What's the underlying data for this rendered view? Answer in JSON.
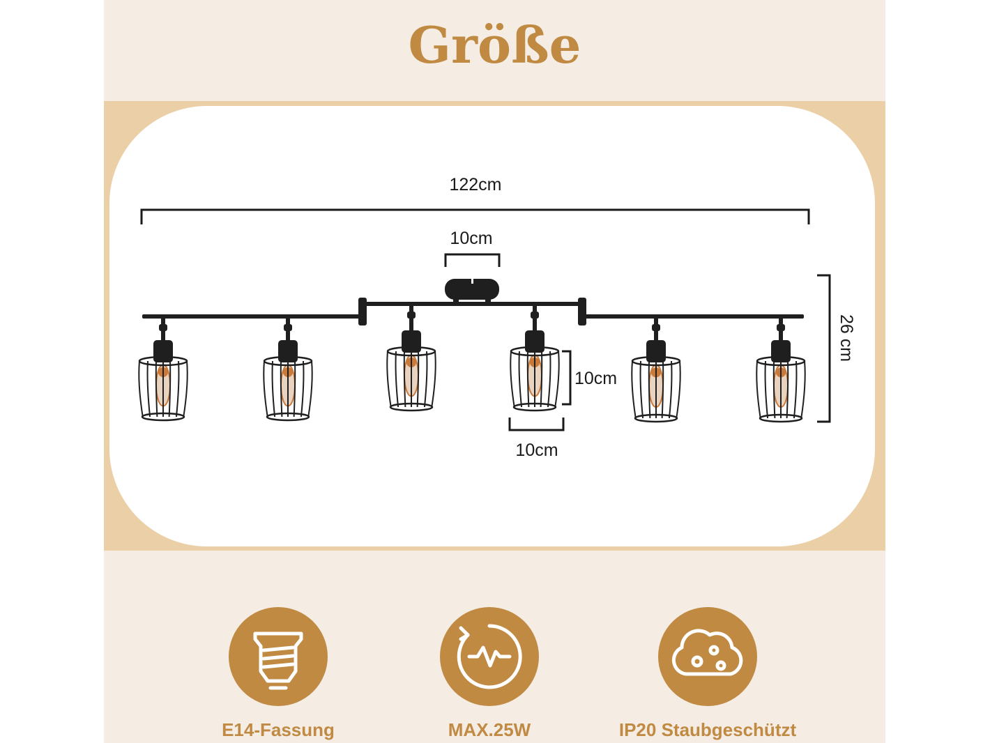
{
  "title": "Größe",
  "dimensions": {
    "total_width": "122cm",
    "base_width": "10cm",
    "height": "26 cm",
    "shade_height": "10cm",
    "shade_width": "10cm"
  },
  "features": [
    {
      "label": "E14-Fassung",
      "icon": "bulb-socket-icon"
    },
    {
      "label": "MAX.25W",
      "icon": "wattage-gauge-icon"
    },
    {
      "label": "IP20 Staubgeschützt",
      "icon": "dust-cloud-icon"
    }
  ],
  "colors": {
    "accent": "#c08a42",
    "background": "#f5ece4",
    "band": "#ebcfa6",
    "lamp": "#1f1f1f",
    "bulb": "#c97a3a"
  }
}
